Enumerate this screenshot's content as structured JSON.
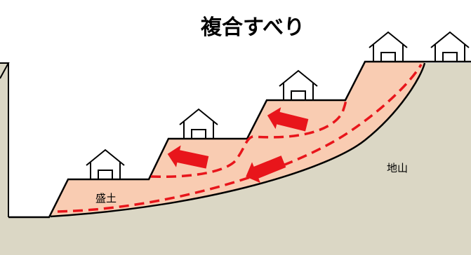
{
  "title": "複合すべり",
  "labels": {
    "fill": "盛土",
    "natural_ground": "地山"
  },
  "colors": {
    "natural_ground": "#dbd7c5",
    "fill_soil": "#f9ccb2",
    "slip_surface": "#e8151b",
    "outline": "#000000"
  },
  "icons": [
    "house-icon"
  ]
}
